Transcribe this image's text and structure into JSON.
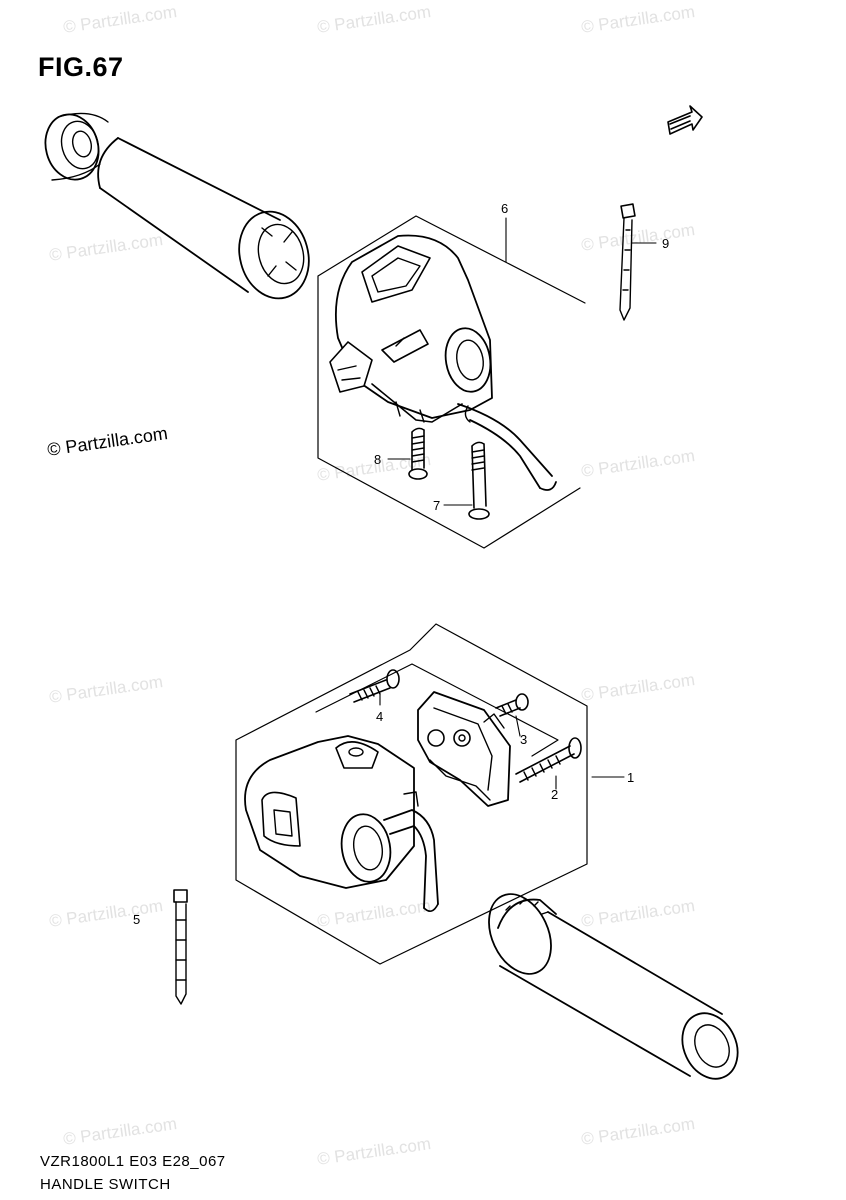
{
  "figure": {
    "title": "FIG.67",
    "model_code": "VZR1800L1 E03 E28_067",
    "section_name": "HANDLE SWITCH",
    "credit": "© Partzilla.com",
    "watermark": "© Partzilla.com"
  },
  "callouts": [
    {
      "id": "6",
      "label": "6"
    },
    {
      "id": "9",
      "label": "9"
    },
    {
      "id": "8",
      "label": "8"
    },
    {
      "id": "7",
      "label": "7"
    },
    {
      "id": "4",
      "label": "4"
    },
    {
      "id": "3",
      "label": "3"
    },
    {
      "id": "2",
      "label": "2"
    },
    {
      "id": "1",
      "label": "1"
    },
    {
      "id": "5",
      "label": "5"
    }
  ],
  "icons": {
    "direction": "front-arrow-icon"
  }
}
